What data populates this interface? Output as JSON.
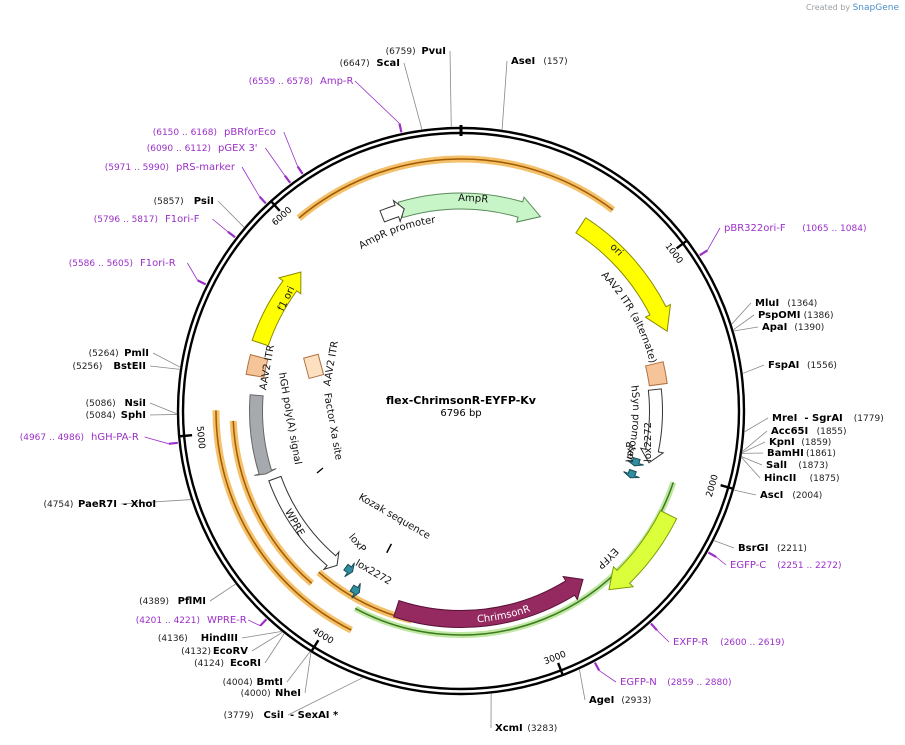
{
  "credit": {
    "prefix": "Created by",
    "brand": "SnapGene"
  },
  "title": "flex-ChrimsonR-EYFP-Kv",
  "length_label": "6796 bp",
  "total_bp": 6796,
  "tick_labels": [
    "1000",
    "2000",
    "3000",
    "4000",
    "5000",
    "6000"
  ],
  "enzymes": [
    {
      "name": "PvuI",
      "pos": "(6759)",
      "bp": 6759
    },
    {
      "name": "ScaI",
      "pos": "(6647)",
      "bp": 6647
    },
    {
      "name": "AseI",
      "pos": "(157)",
      "bp": 157
    },
    {
      "name": "PsiI",
      "pos": "(5857)",
      "bp": 5857
    },
    {
      "name": "MluI",
      "pos": "(1364)",
      "bp": 1364
    },
    {
      "name": "PspOMI",
      "pos": "(1386)",
      "bp": 1386
    },
    {
      "name": "ApaI",
      "pos": "(1390)",
      "bp": 1390
    },
    {
      "name": "FspAI",
      "pos": "(1556)",
      "bp": 1556
    },
    {
      "name": "PmlI",
      "pos": "(5264)",
      "bp": 5264
    },
    {
      "name": "BstEII",
      "pos": "(5256)",
      "bp": 5256
    },
    {
      "name": "MreI",
      "suffix": "- SgrAI",
      "pos": "(1779)",
      "bp": 1779
    },
    {
      "name": "Acc65I",
      "pos": "(1855)",
      "bp": 1855
    },
    {
      "name": "KpnI",
      "pos": "(1859)",
      "bp": 1859
    },
    {
      "name": "BamHI",
      "pos": "(1861)",
      "bp": 1861
    },
    {
      "name": "SalI",
      "pos": "(1873)",
      "bp": 1873
    },
    {
      "name": "HincII",
      "pos": "(1875)",
      "bp": 1875
    },
    {
      "name": "NsiI",
      "pos": "(5086)",
      "bp": 5086
    },
    {
      "name": "SphI",
      "pos": "(5084)",
      "bp": 5084
    },
    {
      "name": "AscI",
      "pos": "(2004)",
      "bp": 2004
    },
    {
      "name": "PaeR7I",
      "suffix": "- XhoI",
      "pos": "(4754)",
      "bp": 4754
    },
    {
      "name": "BsrGI",
      "pos": "(2211)",
      "bp": 2211
    },
    {
      "name": "PflMI",
      "pos": "(4389)",
      "bp": 4389
    },
    {
      "name": "HindIII",
      "pos": "(4136)",
      "bp": 4136
    },
    {
      "name": "EcoRV",
      "pos": "(4132)",
      "bp": 4132
    },
    {
      "name": "EcoRI",
      "pos": "(4124)",
      "bp": 4124
    },
    {
      "name": "BmtI",
      "pos": "(4004)",
      "bp": 4004
    },
    {
      "name": "NheI",
      "pos": "(4000)",
      "bp": 4000
    },
    {
      "name": "AgeI",
      "pos": "(2933)",
      "bp": 2933
    },
    {
      "name": "CsiI",
      "suffix": "- SexAI *",
      "pos": "(3779)",
      "bp": 3779
    },
    {
      "name": "XcmI",
      "pos": "(3283)",
      "bp": 3283
    }
  ],
  "primers": [
    {
      "name": "Amp-R",
      "range": "(6559 .. 6578)",
      "bp": 6568
    },
    {
      "name": "pBRforEco",
      "range": "(6150 .. 6168)",
      "bp": 6159
    },
    {
      "name": "pGEX 3'",
      "range": "(6090 .. 6112)",
      "bp": 6101
    },
    {
      "name": "pRS-marker",
      "range": "(5971 .. 5990)",
      "bp": 5980
    },
    {
      "name": "F1ori-F",
      "range": "(5796 .. 5817)",
      "bp": 5806
    },
    {
      "name": "F1ori-R",
      "range": "(5586 .. 5605)",
      "bp": 5595
    },
    {
      "name": "pBR322ori-F",
      "range": "(1065 .. 1084)",
      "bp": 1074
    },
    {
      "name": "hGH-PA-R",
      "range": "(4967 .. 4986)",
      "bp": 4976
    },
    {
      "name": "EGFP-C",
      "range": "(2251 .. 2272)",
      "bp": 2261
    },
    {
      "name": "WPRE-R",
      "range": "(4201 .. 4221)",
      "bp": 4211
    },
    {
      "name": "EXFP-R",
      "range": "(2600 .. 2619)",
      "bp": 2609
    },
    {
      "name": "EGFP-N",
      "range": "(2859 .. 2880)",
      "bp": 2869
    }
  ],
  "features": [
    {
      "name": "AmpR",
      "color": "#c8f5c8"
    },
    {
      "name": "AmpR promoter",
      "color": "#ffffff"
    },
    {
      "name": "ori",
      "color": "#ffff00"
    },
    {
      "name": "AAV2 ITR (alternate)",
      "color": "#f5c498"
    },
    {
      "name": "hSyn promoter",
      "color": "#ffffff"
    },
    {
      "name": "lox2272",
      "color": "#2f8ea0"
    },
    {
      "name": "loxP",
      "color": "#2f8ea0"
    },
    {
      "name": "EYFP",
      "color": "#dcff3c"
    },
    {
      "name": "ChrimsonR",
      "color": "#952a60"
    },
    {
      "name": "Kozak sequence",
      "color": "#000000"
    },
    {
      "name": "WPRE",
      "color": "#ffffff"
    },
    {
      "name": "hGH poly(A) signal",
      "color": "#a6a9ad"
    },
    {
      "name": "AAV2 ITR",
      "color": "#f5c498"
    },
    {
      "name": "Factor Xa site",
      "color": "#000000"
    },
    {
      "name": "f1 ori",
      "color": "#ffff00"
    }
  ],
  "colors": {
    "enzyme_line": "#888888",
    "primer": "#9b30c8",
    "backbone": "#000000",
    "orf_halo": "#f0b050",
    "green_halo": "#4a8a2a"
  }
}
